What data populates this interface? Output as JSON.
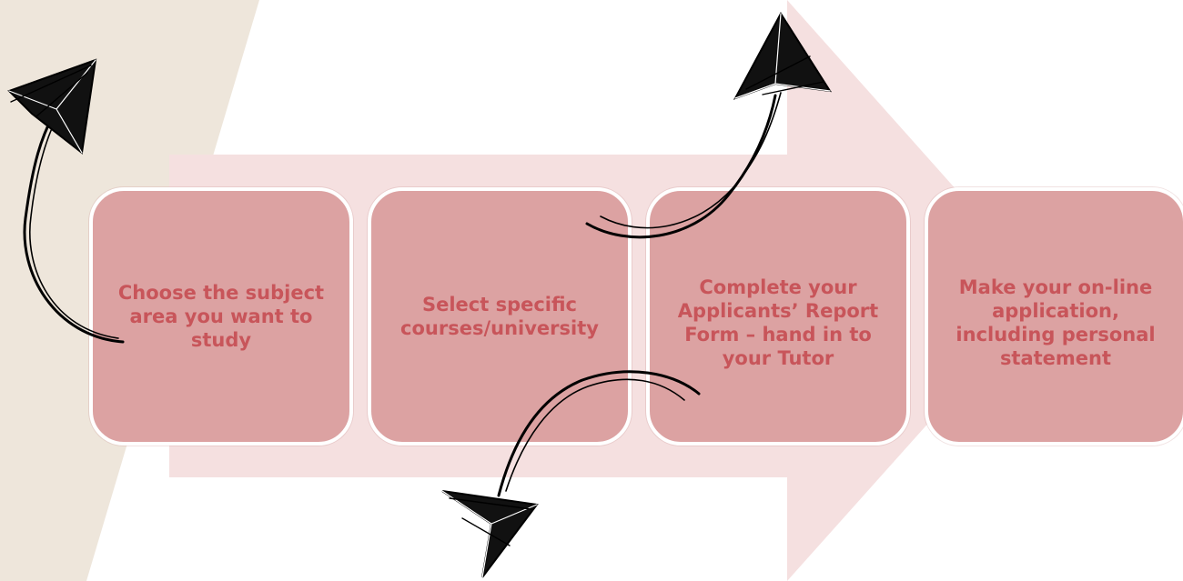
{
  "diagram": {
    "steps": [
      {
        "label": "Choose the subject area you want to study"
      },
      {
        "label": "Select specific courses/university"
      },
      {
        "label": "Complete your Applicants’ Report Form – hand in to your Tutor"
      },
      {
        "label": "Make your on-line application, including personal statement"
      }
    ],
    "colors": {
      "background_band": "#eee6db",
      "process_arrow": "#f5e0e0",
      "step_fill": "#dca2a2",
      "step_text": "#c8555a",
      "doodle_arrow": "#000000"
    },
    "icons": [
      "hand-drawn-arrow-icon"
    ]
  }
}
